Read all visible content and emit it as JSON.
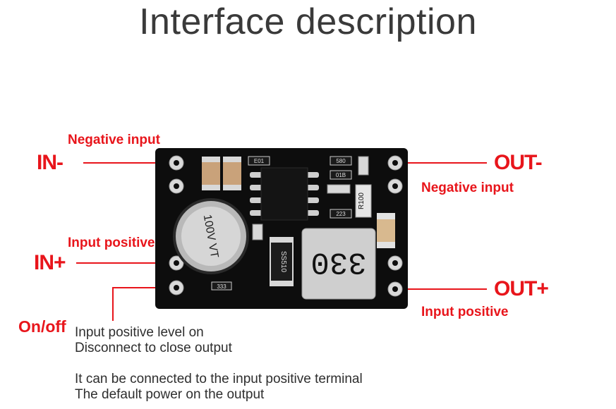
{
  "title": "Interface description",
  "pins": {
    "in_minus": "IN-",
    "in_plus": "IN+",
    "out_minus": "OUT-",
    "out_plus": "OUT+",
    "onoff": "On/off"
  },
  "labels": {
    "in_minus_desc": "Negative input",
    "in_plus_desc": "Input positive",
    "out_minus_desc": "Negative input",
    "out_plus_desc": "Input positive"
  },
  "onoff_notes": {
    "line1": "Input positive level on",
    "line2": "Disconnect to close output",
    "line3": "It can be connected to the input positive terminal",
    "line4": "The default power on the output"
  },
  "board_marks": {
    "inductor": "330",
    "cap": "100V VT",
    "resistor": "R100",
    "diode": "SS510",
    "r1": "E01",
    "r2": "580",
    "r3": "01B",
    "r4": "223",
    "r5": "333"
  },
  "colors": {
    "accent_red": "#e8151b",
    "pcb": "#0d0d0d",
    "text_gray": "#3a3a3a"
  }
}
